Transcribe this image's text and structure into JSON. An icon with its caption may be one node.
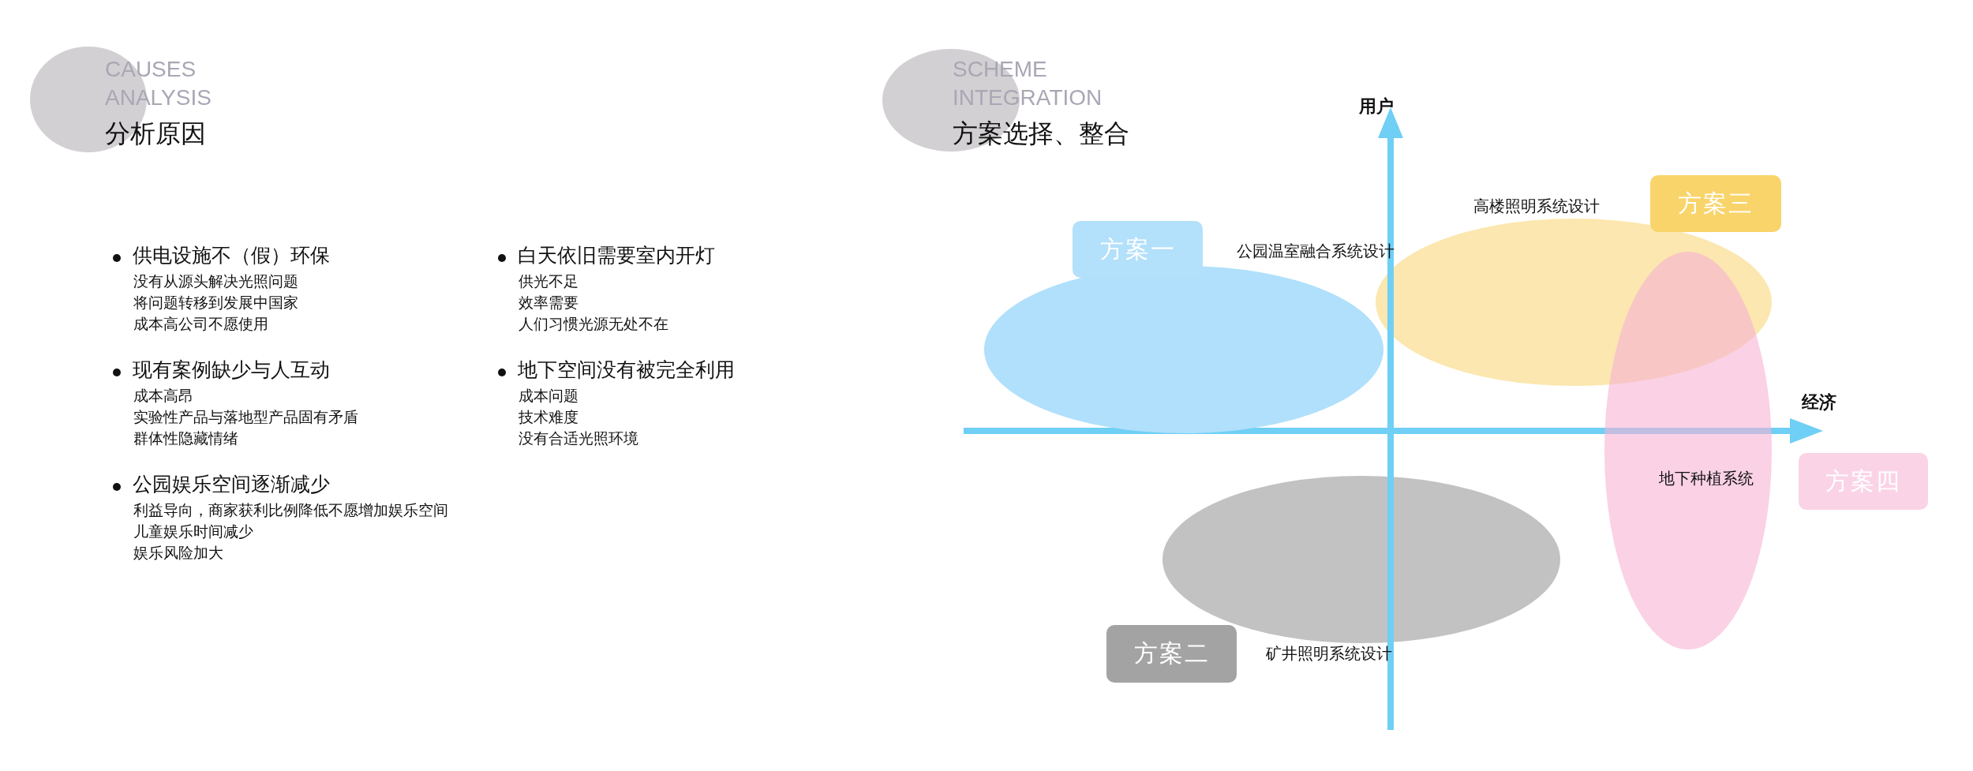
{
  "diagram": {
    "nodes": [
      {
        "text": [
          "方案一"
        ]
      },
      {
        "text": [
          "方案二"
        ]
      },
      {
        "text": [
          "方案三"
        ]
      },
      {
        "text": [
          "方案四"
        ]
      },
      {
        "text": [],
        "shape": "ellipse"
      },
      {
        "text": [],
        "shape": "ellipse"
      },
      {
        "text": [],
        "shape": "ellipse"
      },
      {
        "text": [],
        "shape": "ellipse"
      },
      {
        "text": [],
        "shape": "ellipse"
      },
      {
        "text": [],
        "shape": "ellipse"
      }
    ],
    "labels": [
      "CAUSES ANALYSIS",
      "分析原因",
      "供电设施不（假）环保",
      "没有从源头解决光照问题",
      "将问题转移到发展中国家",
      "成本高公司不愿使用",
      "白天依旧需要室内开灯",
      "供光不足",
      "效率需要",
      "人们习惯光源无处不在",
      "现有案例缺少与人互动",
      "成本高昂",
      "实验性产品与落地型产品固有矛盾",
      "群体性隐藏情绪",
      "地下空间没有被完全利用",
      "成本问题",
      "技术难度",
      "没有合适光照环境",
      "公园娱乐空间逐渐减少",
      "利益导向，商家获利比例降低不愿增加娱乐空间",
      "儿童娱乐时间减少",
      "娱乐风险加大",
      "SCHEME INTEGRATION",
      "方案选择、整合",
      "用户",
      "经济",
      "高楼照明系统设计",
      "公园温室融合系统设计",
      "地下种植系统",
      "矿井照明系统设计"
    ]
  }
}
